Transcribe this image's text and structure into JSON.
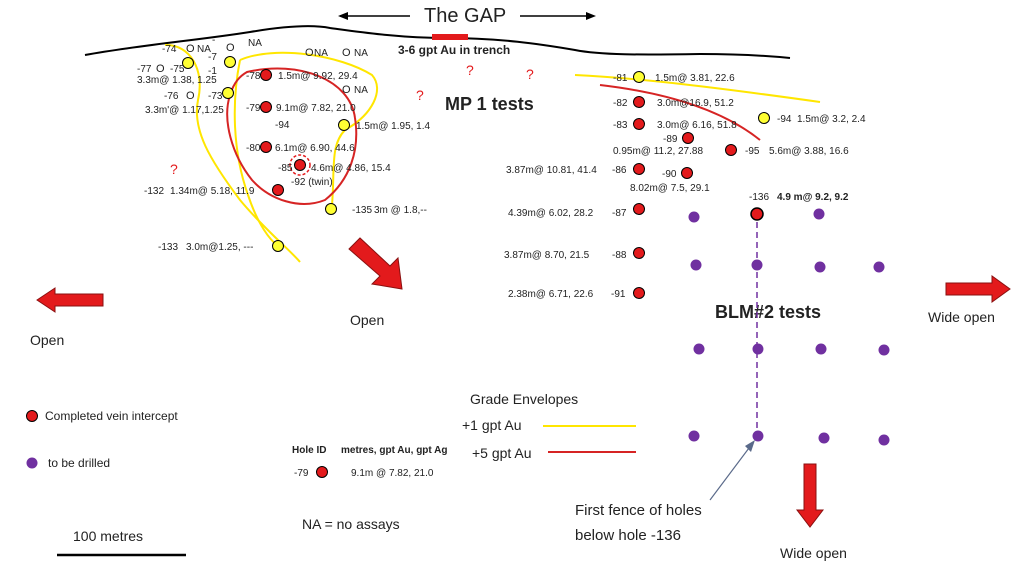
{
  "header": {
    "gap_title": "The GAP",
    "trench_note": "3-6 gpt Au in trench"
  },
  "areas": {
    "mp1": "MP 1 tests",
    "blm2": "BLM#2 tests"
  },
  "question_mark": "?",
  "na": "NA",
  "circle_mark": "O",
  "colors": {
    "red": "#e31a1c",
    "yellow": "#ffff33",
    "purple": "#7030a0",
    "yellow_line": "#ffe600",
    "red_line": "#d62424"
  },
  "completed_holes": [
    {
      "id": "-78",
      "result": "1.5m@ 9.92, 29.4"
    },
    {
      "id": "-79",
      "result": "9.1m@ 7.82, 21.0"
    },
    {
      "id": "-80",
      "result": "6.1m@ 6.90, 44.6"
    },
    {
      "id": "-85",
      "result": "4.6m@ 4.86, 15.4"
    },
    {
      "id": "-132",
      "result": "1.34m@ 5.18, 11.9"
    },
    {
      "id": "-82",
      "result": "3.0m@16.9, 51.2"
    },
    {
      "id": "-83",
      "result": "3.0m@ 6.16, 51.8"
    },
    {
      "id": "-89",
      "result": "0.95m@ 11.2, 27.88"
    },
    {
      "id": "-95",
      "result": "5.6m@ 3.88, 16.6"
    },
    {
      "id": "-86",
      "result": "3.87m@ 10.81, 41.4"
    },
    {
      "id": "-90",
      "result": "8.02m@ 7.5, 29.1"
    },
    {
      "id": "-87",
      "result": "4.39m@ 6.02, 28.2"
    },
    {
      "id": "-88",
      "result": "3.87m@ 8.70, 21.5"
    },
    {
      "id": "-91",
      "result": "2.38m@ 6.71, 22.6"
    },
    {
      "id": "-136",
      "result": "4.9 m@ 9.2, 9.2"
    }
  ],
  "low_grade_holes": [
    {
      "id": "-74",
      "result": ""
    },
    {
      "id": "-75",
      "result": "3.3m@ 1.38, 1.25"
    },
    {
      "id": "-76",
      "result": "3.3m'@ 1.17,1.25"
    },
    {
      "id": "-77",
      "result": ""
    },
    {
      "id": "-73",
      "result": ""
    },
    {
      "id": "-94",
      "result": "1.5m@ 1.95, 1.4"
    },
    {
      "id": "-135",
      "result": "3m @ 1.8,--"
    },
    {
      "id": "-133",
      "result": "3.0m@1.25, ---"
    },
    {
      "id": "-81",
      "result": "1.5m@ 3.81, 22.6"
    },
    {
      "id": "-94",
      "result": "1.5m@ 3.2, 2.4"
    }
  ],
  "misc_labels": {
    "twin": "-92 (twin)",
    "minus1": "-1",
    "minus7": "-7",
    "dash": "-"
  },
  "directions": {
    "open_left": "Open",
    "open_center": "Open",
    "wide_open_right": "Wide open",
    "wide_open_bottom": "Wide open"
  },
  "legend": {
    "completed": "Completed vein intercept",
    "to_drill": "to be drilled",
    "grade_title": "Grade Envelopes",
    "plus1": "+1 gpt Au",
    "plus5": "+5 gpt Au",
    "key_hole_header": "Hole ID",
    "key_values_header": "metres, gpt Au, gpt Ag",
    "key_hole": "-79",
    "key_values": "9.1m @  7.82,    21.0",
    "na_note": "NA = no assays"
  },
  "scale_bar": "100 metres",
  "fence_note": {
    "line1": "First fence of holes",
    "line2": "below hole -136"
  }
}
